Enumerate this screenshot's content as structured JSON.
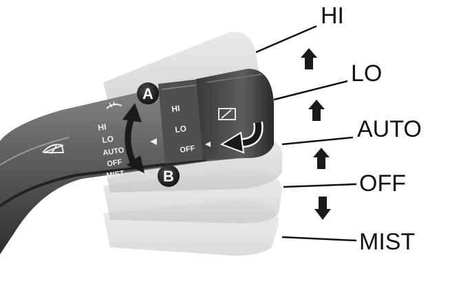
{
  "positions": {
    "hi": "HI",
    "lo": "LO",
    "auto": "AUTO",
    "off": "OFF",
    "mist": "MIST"
  },
  "markers": {
    "a": "A",
    "b": "B"
  },
  "stalk_labels": {
    "inner_hi": "HI",
    "inner_lo": "LO",
    "inner_auto": "AUTO",
    "inner_off": "OFF",
    "inner_mist": "MIST",
    "ring_hi": "HI",
    "ring_lo": "LO",
    "ring_off": "OFF"
  },
  "icons": {
    "wiper": "front-wiper-icon",
    "washer": "washer-icon",
    "arrow_up": "arrow-up-icon",
    "arrow_down": "arrow-down-icon",
    "rotate": "rotate-arrow-icon"
  },
  "colors": {
    "stalk_dark": "#3c3c3c",
    "stalk_mid": "#6b6b6b",
    "ghost": "#bdbdbd",
    "arrow": "#1a1a1a"
  }
}
